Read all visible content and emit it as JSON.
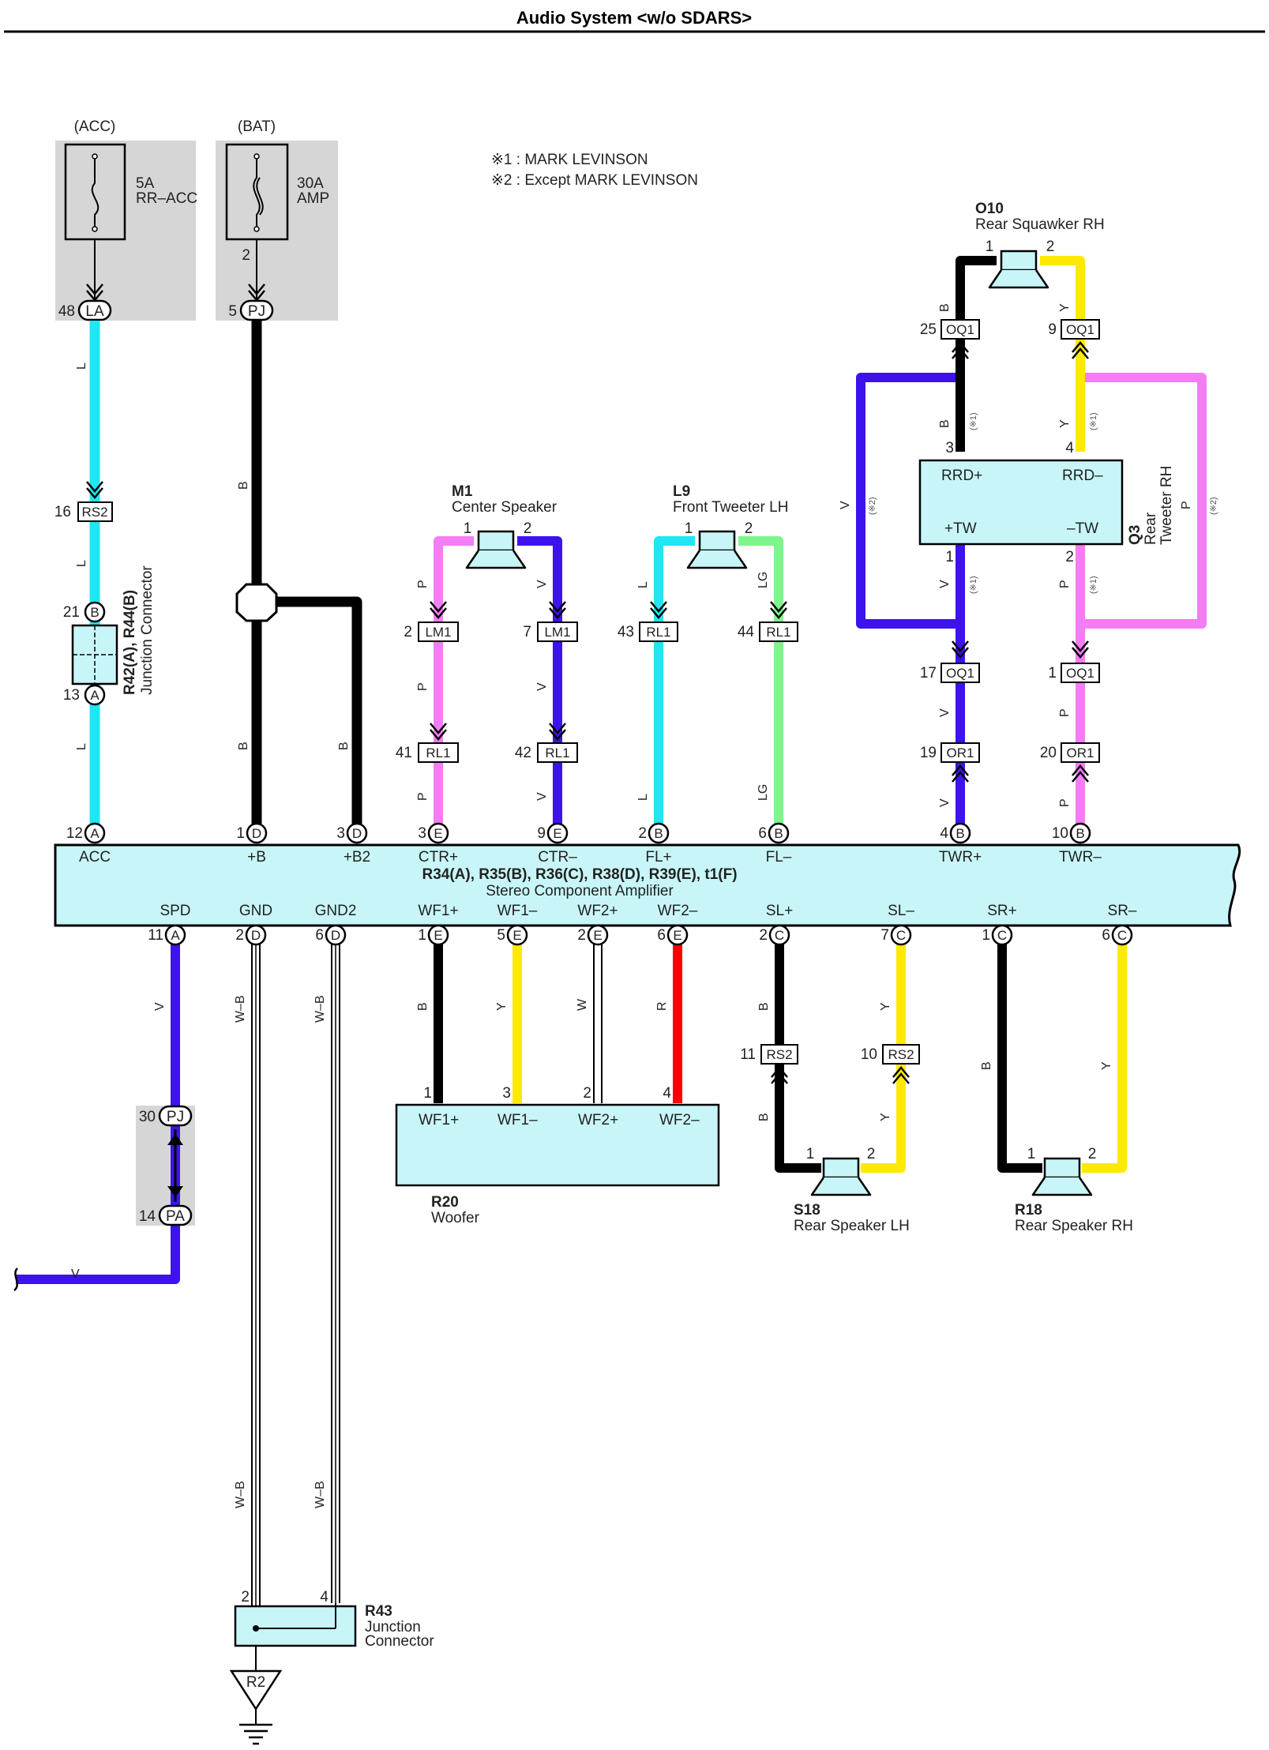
{
  "page": {
    "title": "Audio System <w/o SDARS>"
  },
  "legend": [
    "※1 : MARK LEVINSON",
    "※2 : Except MARK LEVINSON"
  ],
  "fuses": [
    {
      "source": "(ACC)",
      "rating": "5A",
      "name": "RR–ACC",
      "pin_label": "48",
      "connector": "LA"
    },
    {
      "source": "(BAT)",
      "rating": "30A",
      "name": "AMP",
      "pin_top": "2",
      "pin_label": "5",
      "connector": "PJ"
    }
  ],
  "junction_r42": {
    "code": "R42(A), R44(B)",
    "name": "Junction Connector",
    "pin_b": "21",
    "conn_b": "B",
    "pin_a": "13",
    "conn_a": "A"
  },
  "amplifier": {
    "code": "R34(A), R35(B), R36(C), R38(D), R39(E), t1(F)",
    "name": "Stereo Component Amplifier",
    "top_terms": [
      {
        "pin": "12",
        "conn": "A",
        "label": "ACC"
      },
      {
        "pin": "1",
        "conn": "D",
        "label": "+B"
      },
      {
        "pin": "3",
        "conn": "D",
        "label": "+B2"
      },
      {
        "pin": "3",
        "conn": "E",
        "label": "CTR+"
      },
      {
        "pin": "9",
        "conn": "E",
        "label": "CTR–"
      },
      {
        "pin": "2",
        "conn": "B",
        "label": "FL+"
      },
      {
        "pin": "6",
        "conn": "B",
        "label": "FL–"
      },
      {
        "pin": "4",
        "conn": "B",
        "label": "TWR+"
      },
      {
        "pin": "10",
        "conn": "B",
        "label": "TWR–"
      }
    ],
    "bottom_terms": [
      {
        "pin": "11",
        "conn": "A",
        "label": "SPD"
      },
      {
        "pin": "2",
        "conn": "D",
        "label": "GND"
      },
      {
        "pin": "6",
        "conn": "D",
        "label": "GND2"
      },
      {
        "pin": "1",
        "conn": "E",
        "label": "WF1+"
      },
      {
        "pin": "5",
        "conn": "E",
        "label": "WF1–"
      },
      {
        "pin": "2",
        "conn": "E",
        "label": "WF2+"
      },
      {
        "pin": "6",
        "conn": "E",
        "label": "WF2–"
      },
      {
        "pin": "2",
        "conn": "C",
        "label": "SL+"
      },
      {
        "pin": "7",
        "conn": "C",
        "label": "SL–"
      },
      {
        "pin": "1",
        "conn": "C",
        "label": "SR+"
      },
      {
        "pin": "6",
        "conn": "C",
        "label": "SR–"
      }
    ]
  },
  "speakers": {
    "m1": {
      "code": "M1",
      "name": "Center Speaker",
      "pin1": "1",
      "pin2": "2"
    },
    "l9": {
      "code": "L9",
      "name": "Front Tweeter LH",
      "pin1": "1",
      "pin2": "2"
    },
    "o10": {
      "code": "O10",
      "name": "Rear Squawker RH",
      "pin1": "1",
      "pin2": "2"
    },
    "s18": {
      "code": "S18",
      "name": "Rear Speaker LH",
      "pin1": "1",
      "pin2": "2"
    },
    "r18": {
      "code": "R18",
      "name": "Rear Speaker RH",
      "pin1": "1",
      "pin2": "2"
    }
  },
  "q3": {
    "code": "Q3",
    "name": "Rear",
    "name2": "Tweeter RH",
    "rrd_plus": "RRD+",
    "rrd_minus": "RRD–",
    "tw_plus": "+TW",
    "tw_minus": "–TW",
    "pin3": "3",
    "pin4": "4",
    "pin1": "1",
    "pin2": "2"
  },
  "woofer": {
    "code": "R20",
    "name": "Woofer",
    "terms": [
      {
        "pin": "1",
        "label": "WF1+"
      },
      {
        "pin": "3",
        "label": "WF1–"
      },
      {
        "pin": "2",
        "label": "WF2+"
      },
      {
        "pin": "4",
        "label": "WF2–"
      }
    ]
  },
  "r43": {
    "code": "R43",
    "name": "Junction",
    "name2": "Connector",
    "pin2": "2",
    "pin4": "4"
  },
  "ground": {
    "label": "R2"
  },
  "pj_pa": {
    "pin_pj": "30",
    "conn_pj": "PJ",
    "pin_pa": "14",
    "conn_pa": "PA"
  },
  "inline_connectors": [
    {
      "id": "rs2_l",
      "pin": "16",
      "name": "RS2"
    },
    {
      "id": "lm1_p",
      "pin": "2",
      "name": "LM1"
    },
    {
      "id": "lm1_v",
      "pin": "7",
      "name": "LM1"
    },
    {
      "id": "rl1_p",
      "pin": "41",
      "name": "RL1"
    },
    {
      "id": "rl1_v",
      "pin": "42",
      "name": "RL1"
    },
    {
      "id": "rl1_l",
      "pin": "43",
      "name": "RL1"
    },
    {
      "id": "rl1_lg",
      "pin": "44",
      "name": "RL1"
    },
    {
      "id": "oq1_b",
      "pin": "25",
      "name": "OQ1"
    },
    {
      "id": "oq1_y",
      "pin": "9",
      "name": "OQ1"
    },
    {
      "id": "oq1_v",
      "pin": "17",
      "name": "OQ1"
    },
    {
      "id": "oq1_p",
      "pin": "1",
      "name": "OQ1"
    },
    {
      "id": "or1_v",
      "pin": "19",
      "name": "OR1"
    },
    {
      "id": "or1_p",
      "pin": "20",
      "name": "OR1"
    },
    {
      "id": "rs2_b",
      "pin": "11",
      "name": "RS2"
    },
    {
      "id": "rs2_y",
      "pin": "10",
      "name": "RS2"
    }
  ],
  "wire_colors": {
    "L": "L",
    "B": "B",
    "P": "P",
    "V": "V",
    "LG": "LG",
    "Y": "Y",
    "W": "W",
    "R": "R",
    "WB": "W–B"
  },
  "notes": {
    "n1": "(※1)",
    "n2": "(※2)"
  },
  "colors": {
    "L": "#1fe6f2",
    "B": "#000000",
    "P": "#f47cf4",
    "V": "#3d12ee",
    "LG": "#7ef58a",
    "Y": "#fdea00",
    "R": "#ff0000",
    "box": "#c8f6f8",
    "shade": "#d6d6d6"
  }
}
